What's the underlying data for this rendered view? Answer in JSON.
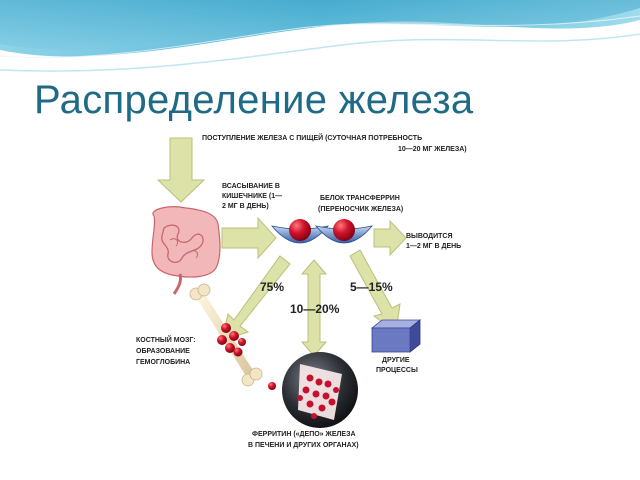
{
  "slide": {
    "title": "Распределение железа"
  },
  "diagram": {
    "labels": {
      "intake_line1": "ПОСТУПЛЕНИЕ ЖЕЛЕЗА С ПИЩЕЙ (СУТОЧНАЯ ПОТРЕБНОСТЬ",
      "intake_line2": "10—20 МГ ЖЕЛЕЗА)",
      "absorption_line1": "ВСАСЫВАНИЕ В",
      "absorption_line2": "КИШЕЧНИКЕ (1—",
      "absorption_line3": "2 МГ В ДЕНЬ)",
      "transferrin_line1": "БЕЛОК ТРАНСФЕРРИН",
      "transferrin_line2": "(ПЕРЕНОСЧИК ЖЕЛЕЗА)",
      "excretion_line1": "ВЫВОДИТСЯ",
      "excretion_line2": "1—2 МГ В ДЕНЬ",
      "marrow_line1": "КОСТНЫЙ МОЗГ:",
      "marrow_line2": "ОБРАЗОВАНИЕ",
      "marrow_line3": "ГЕМОГЛОБИНА",
      "other_line1": "ДРУГИЕ",
      "other_line2": "ПРОЦЕССЫ",
      "ferritin_line1": "ФЕРРИТИН («ДЕПО» ЖЕЛЕЗА",
      "ferritin_line2": "В ПЕЧЕНИ И ДРУГИХ ОРГАНАХ)"
    },
    "percentages": {
      "marrow": "75%",
      "ferritin": "10—20%",
      "other": "5—15%"
    },
    "colors": {
      "arrow_fill": "#dde3a8",
      "arrow_stroke": "#b9c07a",
      "title": "#1f6b86",
      "iron_red": "#c8102e",
      "transferrin_blue": "#6f95cf",
      "intestine": "#e79aa0",
      "box": "#5d6bb3"
    }
  }
}
